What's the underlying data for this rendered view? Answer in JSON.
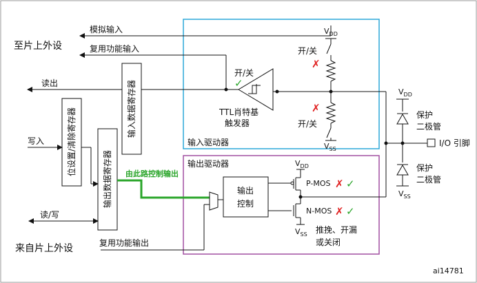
{
  "diagram": {
    "labels": {
      "to_peripheral": "至片上外设",
      "from_peripheral": "来自片上外设",
      "analog_input": "模拟输入",
      "alt_func_input": "复用功能输入",
      "alt_func_output": "复用功能输出",
      "read_out": "读出",
      "write_in": "写入",
      "read_write": "读/写",
      "input_data_register": "输入数据寄存器",
      "bit_set_reset_register": "位设置/清除寄存器",
      "output_data_register": "输出数据寄存器",
      "switch_onoff_top": "开/关",
      "switch_onoff_schmitt": "开/关",
      "switch_onoff_bottom": "开/关",
      "ttl_schmitt_line1": "TTL肖特基",
      "ttl_schmitt_line2": "触发器",
      "input_driver": "输入驱动器",
      "output_driver": "输出驱动器",
      "output_control_line1": "输出",
      "output_control_line2": "控制",
      "pmos": "P-MOS",
      "nmos": "N-MOS",
      "push_pull_line1": "推挽、开漏",
      "push_pull_line2": "或关闭",
      "vdd_top": "VDD",
      "vss_input": "VSS",
      "vdd_protect": "VDD",
      "vss_protect": "VSS",
      "vdd_output": "VDD",
      "vss_output": "VSS",
      "protect_diode_top_line1": "保护",
      "protect_diode_top_line2": "二极管",
      "protect_diode_bottom_line1": "保护",
      "protect_diode_bottom_line2": "二极管",
      "io_pin": "I/O 引脚",
      "path_note": "由此路控制输出",
      "figure_id": "ai14781"
    },
    "colors": {
      "input_box": "#2aa7d8",
      "output_box": "#a04ea0",
      "highlight_path": "#2aa52a",
      "enabled_mark": "#2aa52a",
      "disabled_mark": "#e02020"
    }
  }
}
